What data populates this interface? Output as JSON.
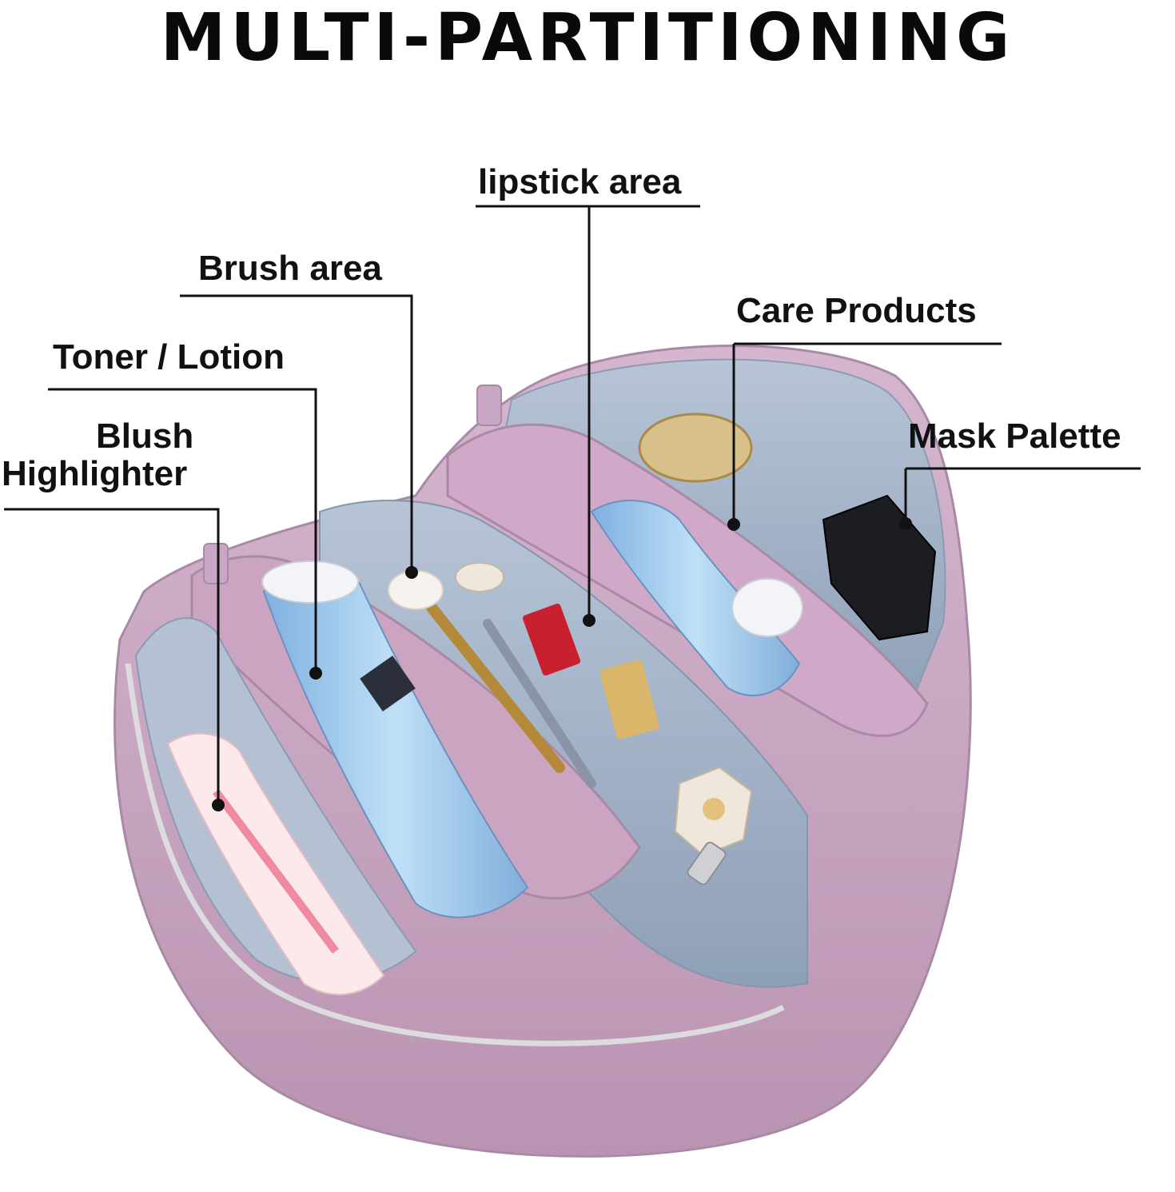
{
  "title": "MULTI-PARTITIONING",
  "labels": {
    "lipstick": "lipstick area",
    "brush": "Brush area",
    "care": "Care Products",
    "toner": "Toner / Lotion",
    "mask": "Mask Palette",
    "blush_line1": "Blush",
    "blush_line2": "Highlighter"
  },
  "colors": {
    "bag_pink": "#c9a7c4",
    "lining_blue": "#a9b8cc",
    "zipper_silver": "#c8c8cc",
    "leader_line": "#111111"
  }
}
